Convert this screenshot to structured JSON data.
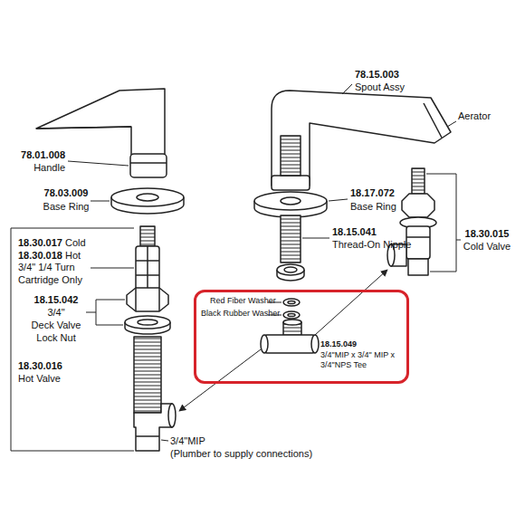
{
  "diagram": {
    "nodes": [
      {
        "text": [
          "Red Fiber Washer",
          "Black Rubber Washer",
          "18.15.049",
          "3/4\"MIP x 3/4\" MIP x 3/4\"NPS Tee"
        ]
      }
    ],
    "labels": [
      "78.01.008",
      "Handle",
      "78.03.009",
      "Base Ring",
      "18.30.017",
      "Cold",
      "18.30.018",
      "Hot",
      "3/4\" 1/4 Turn",
      "Cartridge Only",
      "18.15.042",
      "3/4\"",
      "Deck Valve",
      "Lock Nut",
      "18.30.016",
      "Hot Valve",
      "3/4\"MIP",
      "(Plumber to supply connections)",
      "78.15.003",
      "Spout Assy",
      "Aerator",
      "18.17.072",
      "Base Ring",
      "18.15.041",
      "Thread-On Nipple",
      "18.30.015",
      "Cold Valve"
    ]
  }
}
